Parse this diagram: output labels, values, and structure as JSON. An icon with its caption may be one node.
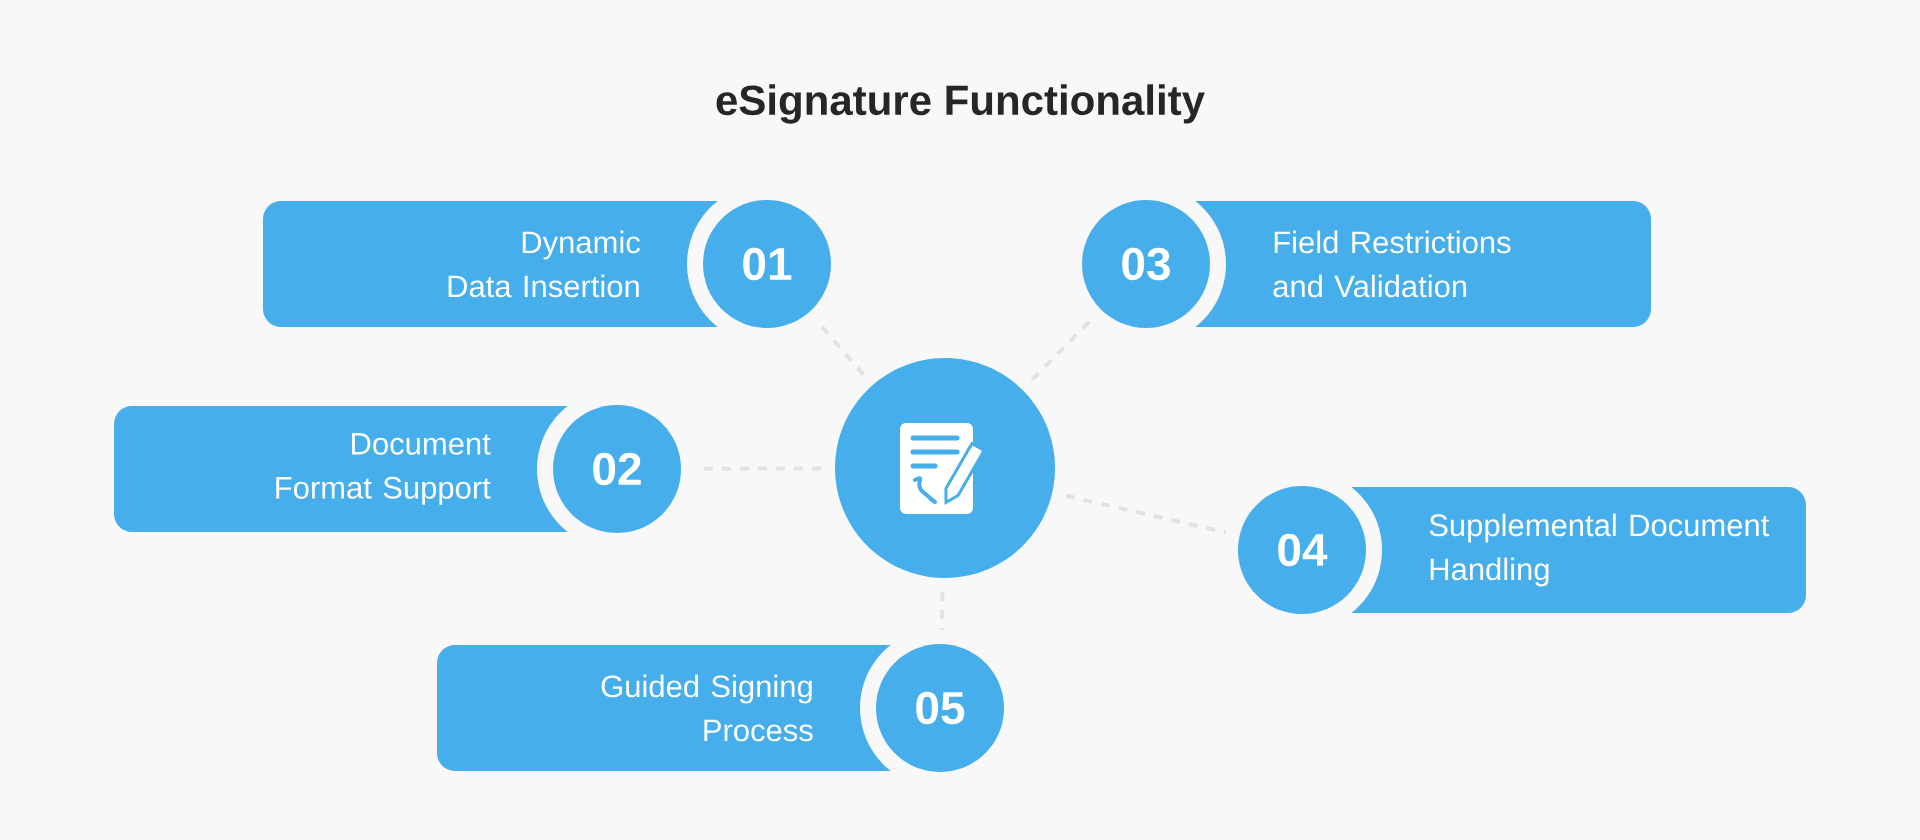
{
  "diagram": {
    "title": "eSignature Functionality",
    "nodes": [
      {
        "text": [],
        "shape": "circle"
      },
      {
        "text": [
          "Dynamic Data Insertion",
          "01"
        ]
      },
      {
        "text": [
          "Document Format Support",
          "02"
        ]
      },
      {
        "text": [
          "03",
          "Field Restrictions and Validation"
        ]
      },
      {
        "text": [
          "04",
          "Supplemental Document Handling"
        ]
      },
      {
        "text": [
          "Guided Signing Process",
          "05"
        ]
      }
    ],
    "edges": [
      {
        "from": 0,
        "to": 1,
        "arrow": "none",
        "style": "dashed"
      },
      {
        "from": 0,
        "to": 2,
        "arrow": "none",
        "style": "dashed"
      },
      {
        "from": 0,
        "to": 3,
        "arrow": "none",
        "style": "dashed"
      },
      {
        "from": 0,
        "to": 4,
        "arrow": "none",
        "style": "dashed"
      },
      {
        "from": 0,
        "to": 5,
        "arrow": "none",
        "style": "dashed"
      }
    ]
  }
}
